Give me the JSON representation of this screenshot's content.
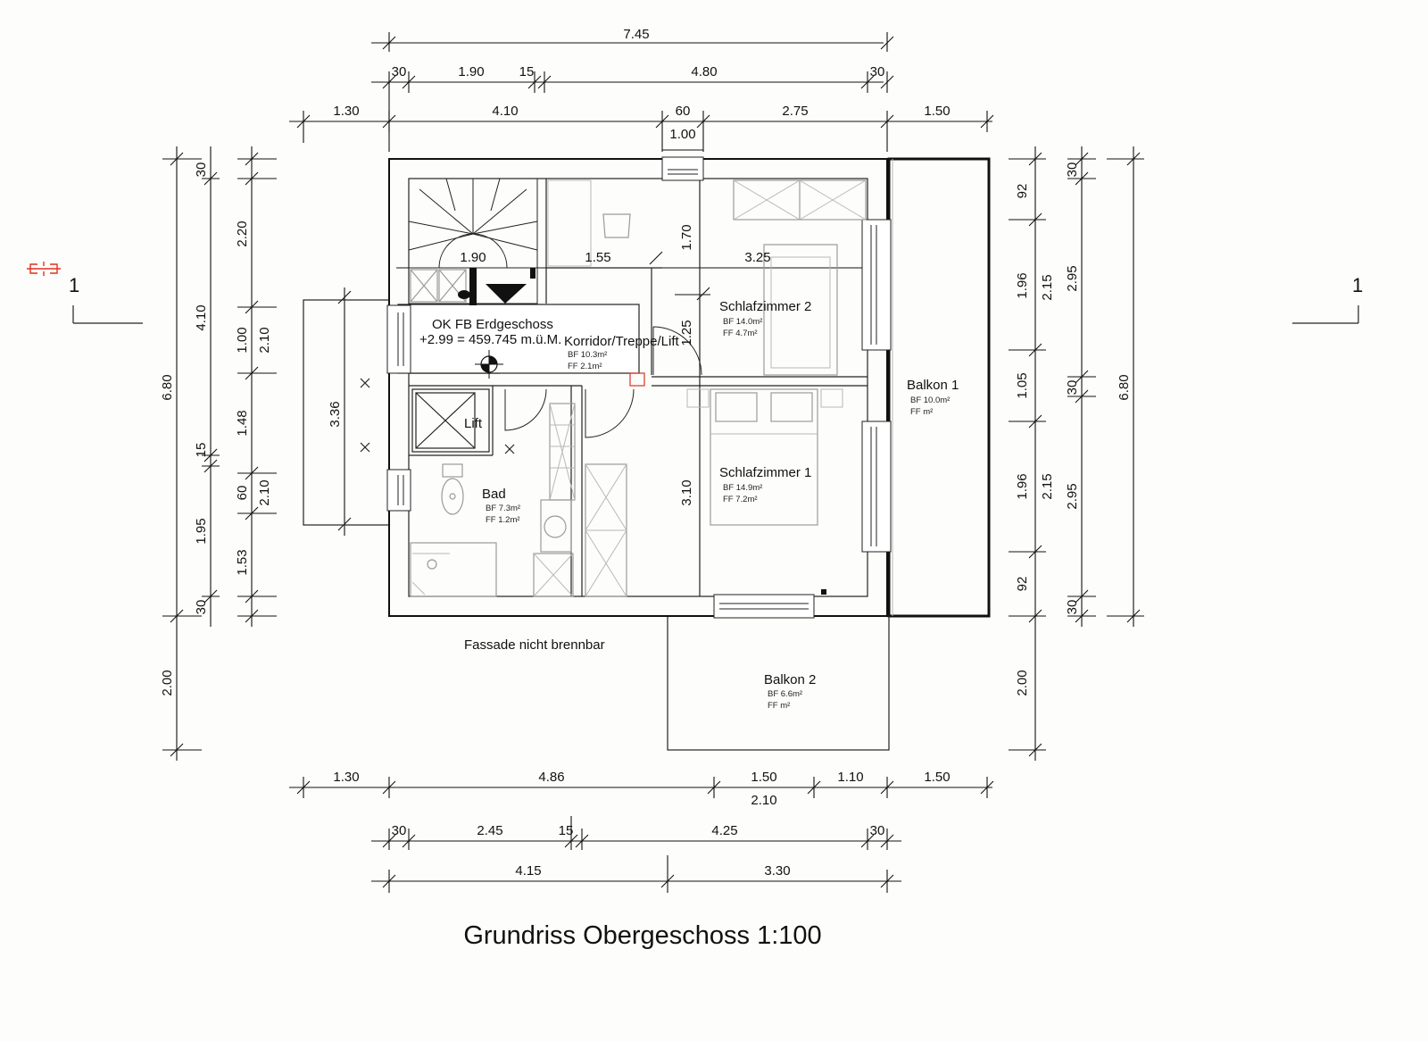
{
  "title": "Grundriss Obergeschoss 1:100",
  "section_marker": "1",
  "rooms": {
    "schlafzimmer2": {
      "name": "Schlafzimmer 2",
      "bf": "BF 14.0m²",
      "ff": "FF 4.7m²"
    },
    "schlafzimmer1": {
      "name": "Schlafzimmer 1",
      "bf": "BF 14.9m²",
      "ff": "FF 7.2m²"
    },
    "korridor": {
      "name": "Korridor/Treppe/Lift",
      "bf": "BF 10.3m²",
      "ff": "FF 2.1m²"
    },
    "bad": {
      "name": "Bad",
      "bf": "BF 7.3m²",
      "ff": "FF 1.2m²"
    },
    "balkon1": {
      "name": "Balkon 1",
      "bf": "BF 10.0m²",
      "ff": "FF m²"
    },
    "balkon2": {
      "name": "Balkon 2",
      "bf": "BF 6.6m²",
      "ff": "FF m²"
    },
    "lift": {
      "name": "Lift"
    }
  },
  "notes": {
    "level_1": "OK FB Erdgeschoss",
    "level_2": "+2.99 = 459.745 m.ü.M.",
    "facade": "Fassade nicht brennbar"
  },
  "dims": {
    "top_total": "7.45",
    "top_r2": [
      "30",
      "1.90",
      "15",
      "4.80",
      "30"
    ],
    "top_r3": [
      "1.30",
      "4.10",
      "60",
      "2.75",
      "1.50"
    ],
    "top_door": "1.00",
    "bot_r1": [
      "1.30",
      "4.86",
      "1.50",
      "1.10",
      "1.50"
    ],
    "bot_r1b": "2.10",
    "bot_r2": [
      "30",
      "2.45",
      "15",
      "4.25",
      "30"
    ],
    "bot_r3": [
      "4.15",
      "3.30"
    ],
    "left_total": "6.80",
    "left_2": [
      "4.10",
      "15",
      "1.95"
    ],
    "left_3": [
      "30",
      "2.20",
      "1.00",
      "1.48",
      "60",
      "1.53",
      "30"
    ],
    "left_4": [
      "2.10",
      "2.10"
    ],
    "left_bal": "2.00",
    "right_total": "6.80",
    "right_1": [
      "92",
      "1.96",
      "1.05",
      "1.96",
      "92"
    ],
    "right_2": [
      "2.15",
      "2.15"
    ],
    "right_3": [
      "30",
      "2.95",
      "30",
      "2.95",
      "30"
    ],
    "right_bal": "2.00",
    "inner": [
      "1.90",
      "1.55",
      "3.25",
      "1.70",
      "1.25",
      "3.10",
      "3.36"
    ]
  }
}
